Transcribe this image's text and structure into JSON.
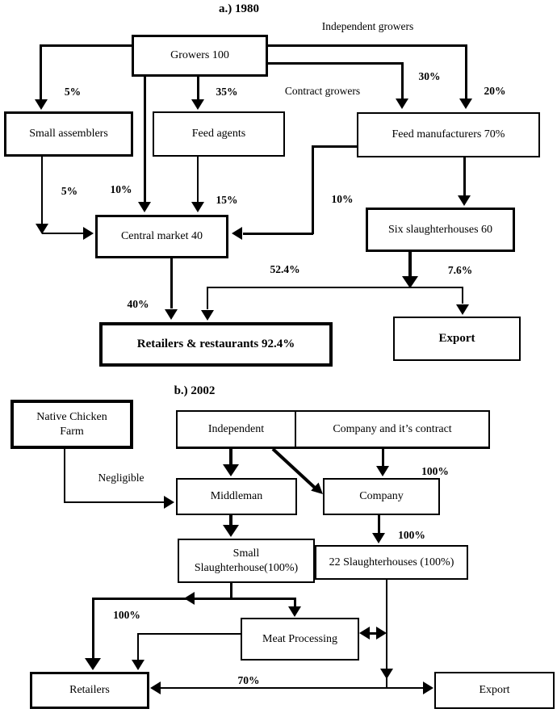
{
  "colors": {
    "line": "#000000",
    "background": "#ffffff"
  },
  "diagram_1980": {
    "title": "a.) 1980",
    "nodes": {
      "growers": "Growers 100",
      "small_assemblers": "Small assemblers",
      "feed_agents": "Feed agents",
      "feed_manufacturers": "Feed manufacturers 70%",
      "central_market": "Central market 40",
      "six_slaughterhouses": "Six slaughterhouses 60",
      "retailers_restaurants": "Retailers & restaurants 92.4%",
      "export": "Export"
    },
    "flow_labels": {
      "independent_growers": "Independent growers",
      "contract_growers": "Contract growers",
      "growers_to_small_assemblers": "5%",
      "growers_to_feed_agents": "35%",
      "growers_to_feed_manufacturers_contract": "30%",
      "growers_to_feed_manufacturers_independent": "20%",
      "small_assemblers_to_central_market": "5%",
      "growers_to_central_market": "10%",
      "feed_agents_to_central_market": "15%",
      "feed_manufacturers_to_central_market": "10%",
      "central_market_to_retailers": "40%",
      "six_slaughterhouses_to_retailers": "52.4%",
      "six_slaughterhouses_to_export": "7.6%"
    }
  },
  "diagram_2002": {
    "title": "b.) 2002",
    "nodes": {
      "native_chicken_farm_line1": "Native Chicken",
      "native_chicken_farm_line2": "Farm",
      "independent": "Independent",
      "company_contract": "Company and it’s contract",
      "middleman": "Middleman",
      "company": "Company",
      "small_slaughterhouse_line1": "Small",
      "small_slaughterhouse_line2": "Slaughterhouse(100%)",
      "slaughterhouses_22": "22 Slaughterhouses (100%)",
      "meat_processing": "Meat Processing",
      "retailers": "Retailers",
      "export": "Export"
    },
    "flow_labels": {
      "native_farm_to_middleman": "Negligible",
      "contract_to_company": "100%",
      "company_to_slaughterhouses": "100%",
      "small_slaughterhouse_to_retailers": "100%",
      "to_export": "70%"
    }
  }
}
